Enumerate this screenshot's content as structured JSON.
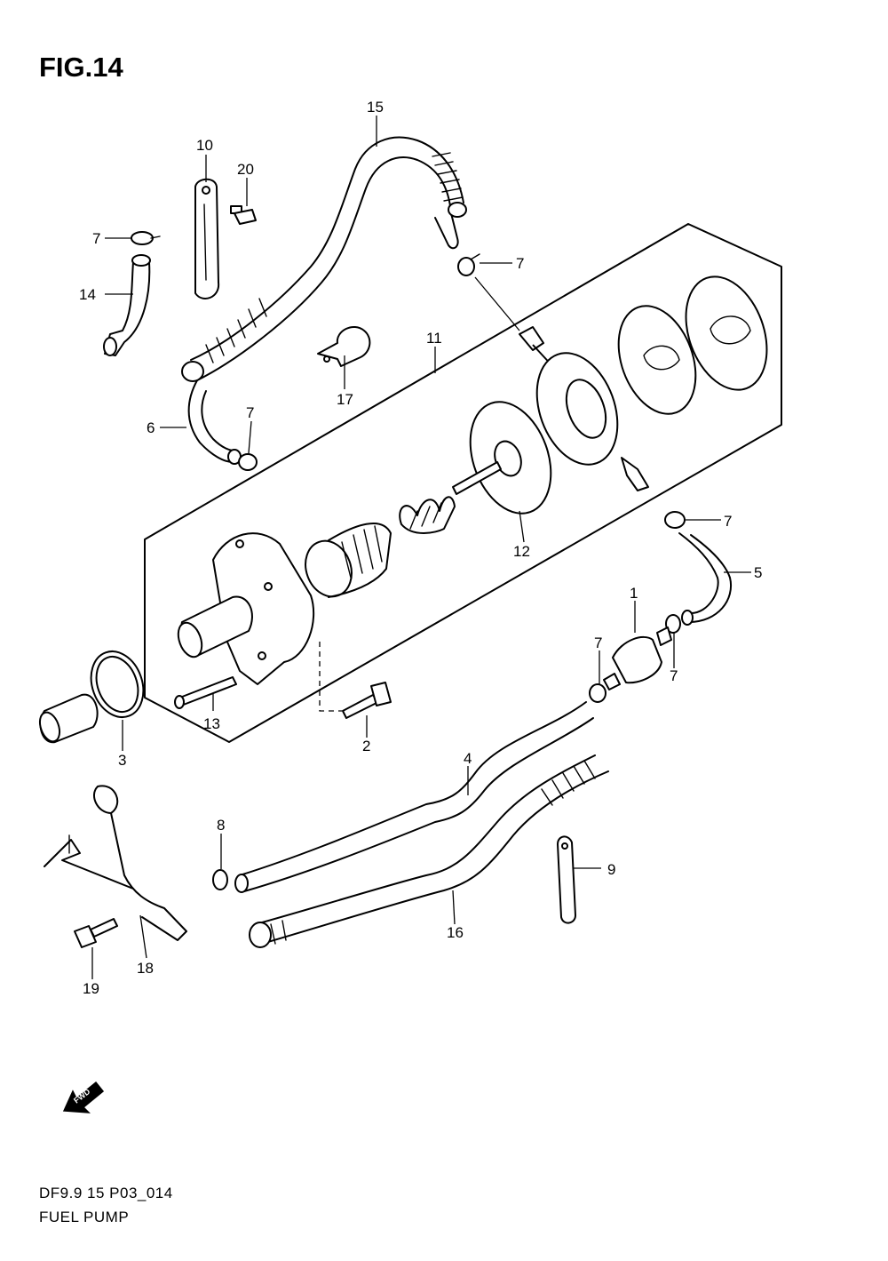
{
  "figure": {
    "title": "FIG.14",
    "code": "DF9.9 15 P03_014",
    "name": "FUEL PUMP",
    "fwd_label": "FWD"
  },
  "callouts": {
    "c1": "1",
    "c2": "2",
    "c3": "3",
    "c4": "4",
    "c5": "5",
    "c6": "6",
    "c7a": "7",
    "c7b": "7",
    "c7c": "7",
    "c7d": "7",
    "c7e": "7",
    "c7f": "7",
    "c8": "8",
    "c9": "9",
    "c10": "10",
    "c11": "11",
    "c12": "12",
    "c13": "13",
    "c14": "14",
    "c15": "15",
    "c16": "16",
    "c17": "17",
    "c18": "18",
    "c19": "19",
    "c20": "20"
  }
}
